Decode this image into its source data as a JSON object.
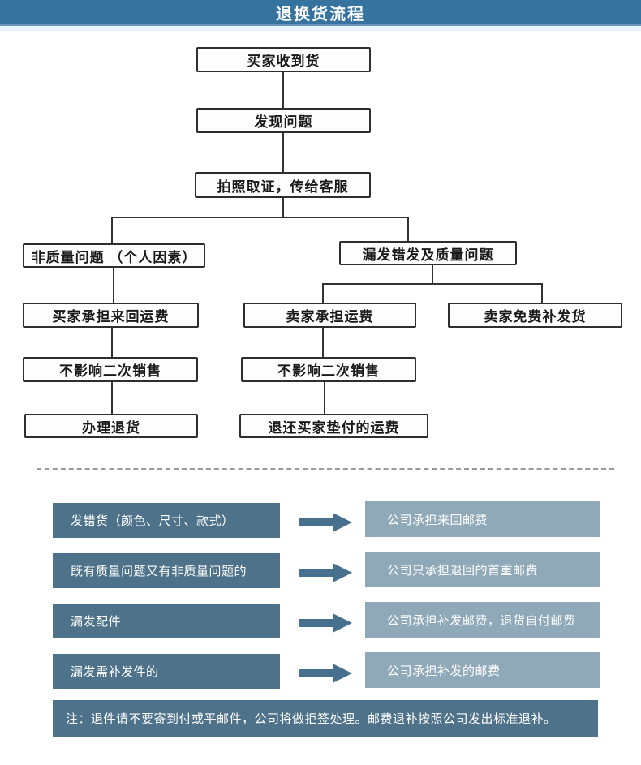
{
  "header": {
    "title": "退换货流程"
  },
  "flowchart": {
    "nodes": [
      {
        "label": "买家收到货"
      },
      {
        "label": "发现问题"
      },
      {
        "label": "拍照取证，传给客服"
      },
      {
        "label": "非质量问题 （个人因素）"
      },
      {
        "label": "漏发错发及质量问题"
      },
      {
        "label": "买家承担来回运费"
      },
      {
        "label": "卖家承担运费"
      },
      {
        "label": "卖家免费补发货"
      },
      {
        "label": "不影响二次销售"
      },
      {
        "label": "不影响二次销售"
      },
      {
        "label": "办理退货"
      },
      {
        "label": "退还买家垫付的运费"
      }
    ]
  },
  "policy_table": {
    "rows": [
      {
        "condition": "发错货（颜色、尺寸、款式）",
        "result": "公司承担来回邮费"
      },
      {
        "condition": "既有质量问题又有非质量问题的",
        "result": "公司只承担退回的首重邮费"
      },
      {
        "condition": "漏发配件",
        "result": "公司承担补发邮费，退货自付邮费"
      },
      {
        "condition": "漏发需补发件的",
        "result": "公司承担补发的邮费"
      }
    ],
    "note": "注：退件请不要寄到付或平邮件，公司将做拒签处理。邮费退补按照公司发出标准退补。"
  },
  "colors": {
    "header_bg": "#36749f",
    "flow_line": "#333333",
    "box_dark": "#4e7289",
    "box_light": "#8fa9b9",
    "arrow": "#46708e"
  }
}
